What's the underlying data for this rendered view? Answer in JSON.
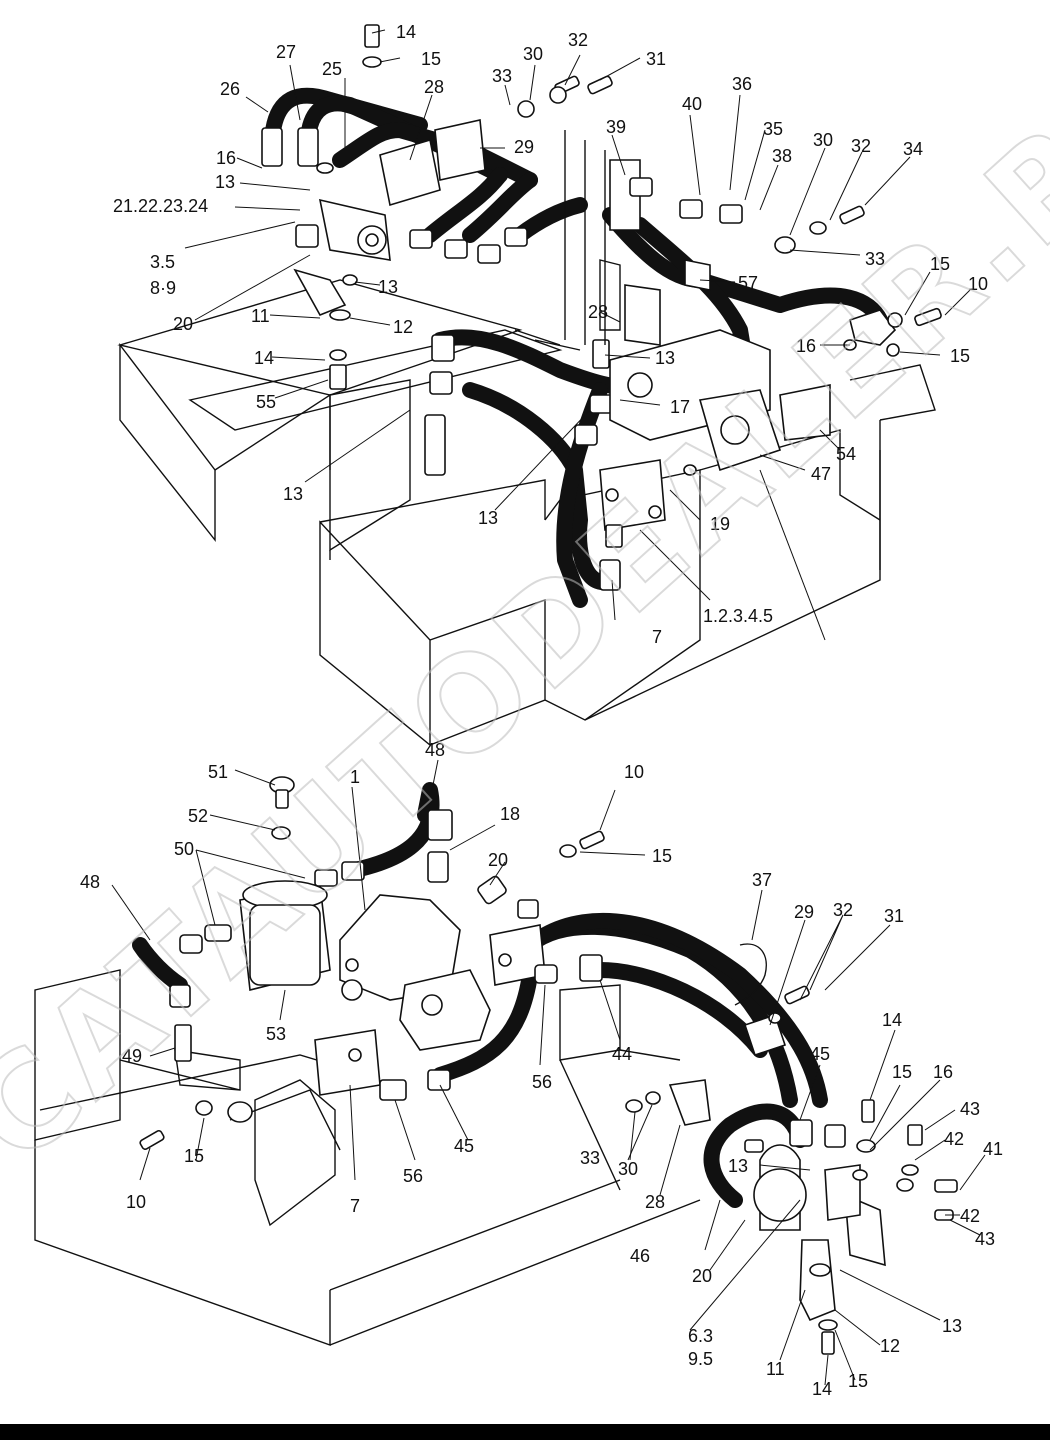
{
  "watermark": "CATAUTODEALER.RU",
  "callouts": {
    "top": [
      "14",
      "15",
      "27",
      "25",
      "28",
      "26",
      "33",
      "30",
      "32",
      "31",
      "16",
      "29",
      "39",
      "40",
      "36",
      "35",
      "13",
      "21.22.23.24",
      "38",
      "30",
      "32",
      "34",
      "3.5",
      "8·9",
      "33",
      "15",
      "10",
      "20",
      "13",
      "11",
      "12",
      "28",
      "57",
      "13",
      "16",
      "15",
      "14",
      "55",
      "17",
      "54",
      "13",
      "47",
      "13",
      "19",
      "7",
      "1.2.3.4.5"
    ],
    "bottom": [
      "48",
      "51",
      "10",
      "18",
      "52",
      "1",
      "15",
      "50",
      "20",
      "48",
      "37",
      "29",
      "32",
      "31",
      "53",
      "14",
      "49",
      "44",
      "45",
      "15",
      "16",
      "43",
      "56",
      "42",
      "41",
      "13",
      "15",
      "33",
      "30",
      "28",
      "10",
      "7",
      "56",
      "45",
      "46",
      "42",
      "20",
      "43",
      "6.3",
      "9.5",
      "12",
      "13",
      "11",
      "14",
      "15"
    ]
  }
}
